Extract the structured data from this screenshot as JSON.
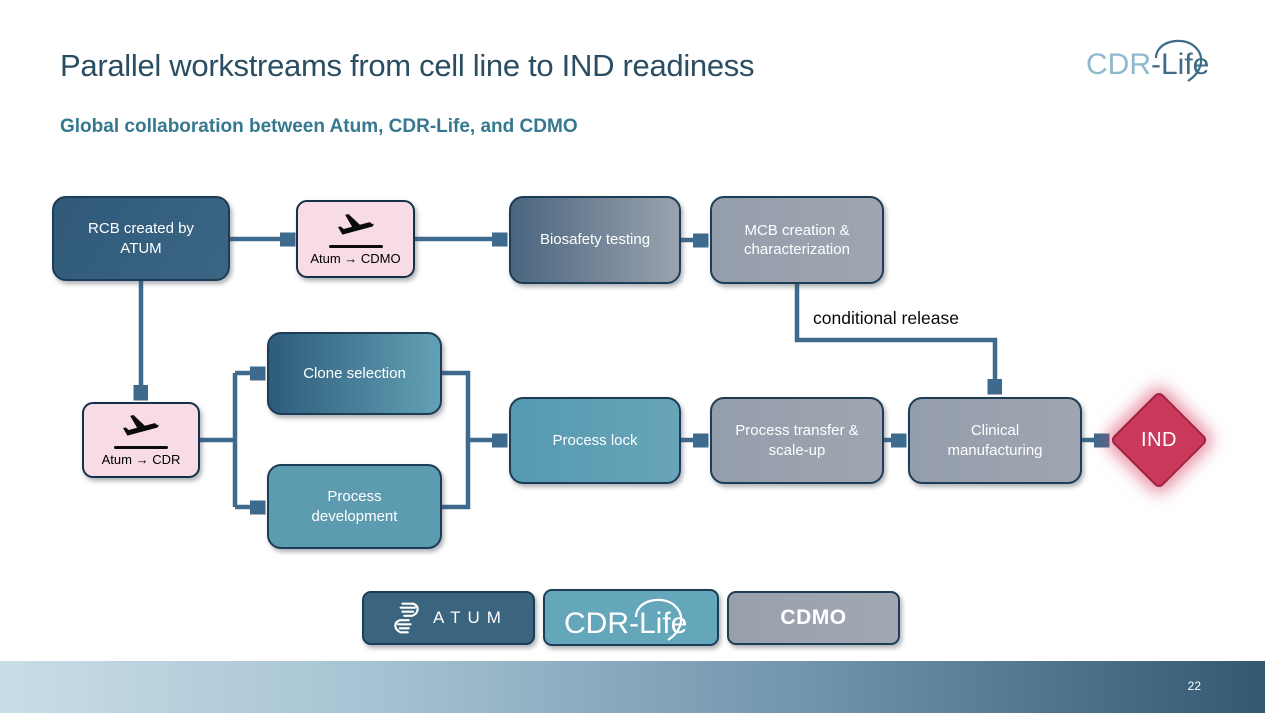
{
  "slide": {
    "title": "Parallel workstreams from cell line to IND readiness",
    "subtitle": "Global collaboration between Atum, CDR-Life, and CDMO",
    "page_number": "22"
  },
  "logo": {
    "top_right": {
      "cdr": "CDR",
      "life": "-Life"
    }
  },
  "flowchart": {
    "nodes": [
      {
        "id": "rcb",
        "label": "RCB created by ATUM"
      },
      {
        "id": "biosafety",
        "label": "Biosafety testing"
      },
      {
        "id": "mcb",
        "label": "MCB creation & characterization"
      },
      {
        "id": "clone",
        "label": "Clone selection"
      },
      {
        "id": "procdev",
        "label": "Process development"
      },
      {
        "id": "prolock",
        "label": "Process lock"
      },
      {
        "id": "protransfer",
        "label": "Process transfer & scale-up"
      },
      {
        "id": "clinical",
        "label": "Clinical manufacturing"
      }
    ],
    "transfers": [
      {
        "id": "atum-cdmo",
        "label": "Atum → CDMO"
      },
      {
        "id": "atum-cdr",
        "label": "Atum → CDR"
      }
    ],
    "annotation": "conditional release",
    "ind_label": "IND"
  },
  "legend": [
    {
      "id": "atum",
      "label": "ATUM"
    },
    {
      "id": "cdr-life",
      "label": "CDR-Life"
    },
    {
      "id": "cdmo",
      "label": "CDMO"
    }
  ],
  "colors": {
    "title_text": "#2b4d63",
    "subtitle_text": "#35788f",
    "dark_blue_node": "#35617f",
    "teal_node": "#5d9bb1",
    "gray_node": "#9aa2ae",
    "pink_transfer": "#f7dbe5",
    "connector": "#3e6a8e",
    "ind_red": "#c8395c",
    "footer_dark": "#335872",
    "footer_light": "#c9dde6"
  }
}
